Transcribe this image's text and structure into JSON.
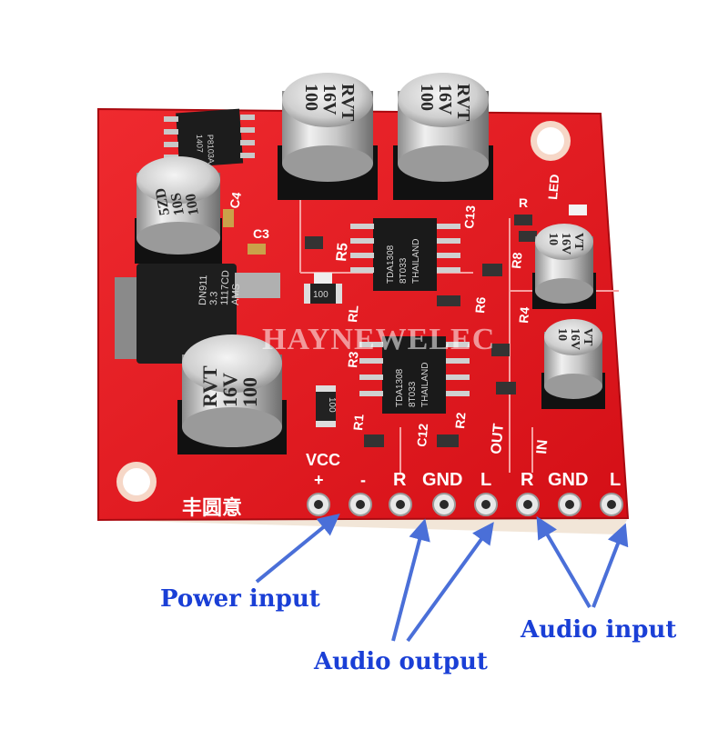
{
  "board": {
    "pin_group_power": "VCC",
    "pin_plus": "+",
    "pin_minus": "-",
    "out_pins": [
      "R",
      "GND",
      "L"
    ],
    "in_pins": [
      "R",
      "GND",
      "L"
    ],
    "out_label": "OUT",
    "in_label": "IN",
    "brand_cn": "丰圆意",
    "led_label": "LED",
    "regulator_lines": [
      "AMS",
      "1117CD",
      "3.3",
      "DN911"
    ],
    "chip_lines": [
      "TDA1308",
      "8T033",
      "THAILAND"
    ],
    "chip_small_lines": [
      "P8103A",
      "1407"
    ],
    "caps_large": [
      {
        "lines": [
          "100",
          "16V",
          "RVT"
        ]
      },
      {
        "lines": [
          "100",
          "16V",
          "RVT"
        ]
      },
      {
        "lines": [
          "100",
          "16V",
          "RVT"
        ]
      },
      {
        "lines": [
          "100",
          "10S",
          "5ZD"
        ]
      }
    ],
    "caps_small": [
      {
        "lines": [
          "10",
          "16V",
          "VT"
        ]
      },
      {
        "lines": [
          "10",
          "16V",
          "VT"
        ]
      }
    ],
    "resistor_code": "100",
    "silk_labels": [
      "C4",
      "C3",
      "R5",
      "C13",
      "R",
      "R8",
      "R4",
      "R6",
      "RL",
      "R3",
      "C12",
      "R2",
      "R1"
    ]
  },
  "callouts": {
    "power": "Power input",
    "audio_out": "Audio output",
    "audio_in": "Audio input"
  },
  "watermark": "HAYNEWELEC",
  "colors": {
    "pcb": "#e3141b",
    "pcb_dark": "#b80c12",
    "arrow": "#4a6fd8",
    "callout_text": "#1a3fd6"
  }
}
